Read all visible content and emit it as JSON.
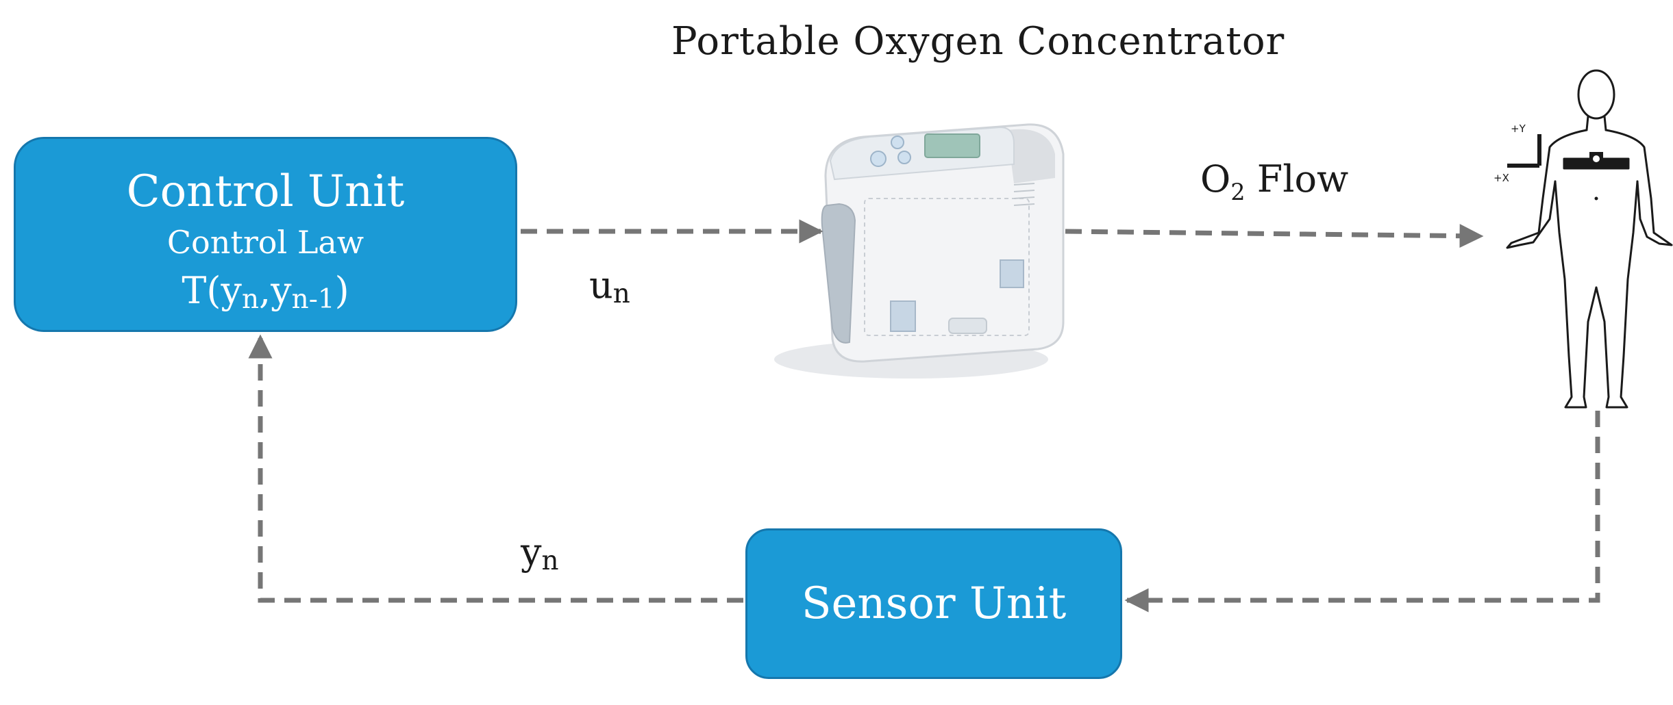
{
  "control_unit": {
    "title": "Control Unit",
    "subtitle": "Control Law",
    "function_name": "T(y",
    "arg1_sub": "n",
    "separator": ",y",
    "arg2_sub": "n-1",
    "close": ")"
  },
  "device": {
    "title": "Portable Oxygen Concentrator"
  },
  "flow": {
    "prefix": "O",
    "sub": "2",
    "suffix": " Flow"
  },
  "control_signal": {
    "symbol": "u",
    "sub": "n"
  },
  "measurement": {
    "symbol": "y",
    "sub": "n"
  },
  "sensor_unit": {
    "title": "Sensor Unit"
  },
  "patient_axes": {
    "y": "+Y",
    "x": "+X"
  },
  "colors": {
    "box_fill": "#1b9ad6",
    "box_border": "#1577ad",
    "arrow": "#767676"
  }
}
